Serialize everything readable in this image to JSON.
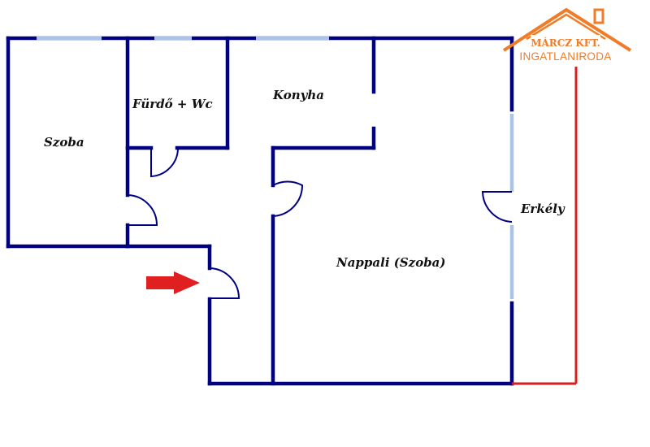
{
  "colors": {
    "wall": "#000080",
    "window": "#aac4e8",
    "balcony": "#d81e1e",
    "door": "#000080",
    "arrow": "#e02020",
    "logo": "#f07c28"
  },
  "rooms": {
    "szoba": "Szoba",
    "furdo": "Fürdő + Wc",
    "konyha": "Konyha",
    "nappali": "Nappali (Szoba)",
    "erkely": "Erkély"
  },
  "logo": {
    "line1": "MÁRCZ KFT.",
    "line2": "INGATLANIRODA"
  },
  "icons": {
    "entrance": "entrance-arrow-icon",
    "logo": "house-roof-logo-icon"
  }
}
